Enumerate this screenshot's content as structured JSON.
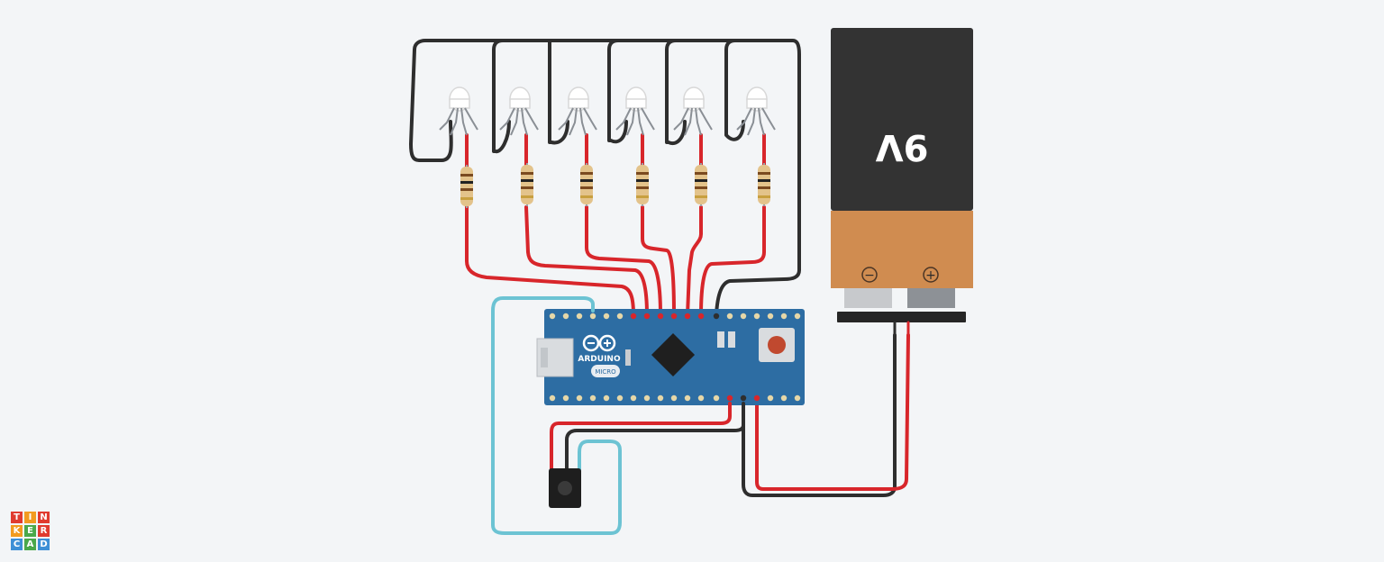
{
  "battery": {
    "label": "9V",
    "minus": "−",
    "plus": "+"
  },
  "board": {
    "brand": "ARDUINO",
    "model": "MICRO"
  },
  "logo": {
    "letters": [
      "T",
      "I",
      "N",
      "K",
      "E",
      "R",
      "C",
      "A",
      "D"
    ],
    "colors": [
      "#e03b2f",
      "#f29b1f",
      "#e03b2f",
      "#f29b1f",
      "#4aa84a",
      "#e03b2f",
      "#3d8fd6",
      "#4aa84a",
      "#3d8fd6"
    ]
  },
  "colors": {
    "background": "#f3f5f7",
    "wire_red": "#d8262b",
    "wire_black": "#2e2e2e",
    "wire_cyan": "#6cc3d3",
    "board": "#2d6da3",
    "battery_top": "#333333",
    "battery_bottom": "#d08c50"
  },
  "leds_count": 6,
  "resistors_count": 6
}
